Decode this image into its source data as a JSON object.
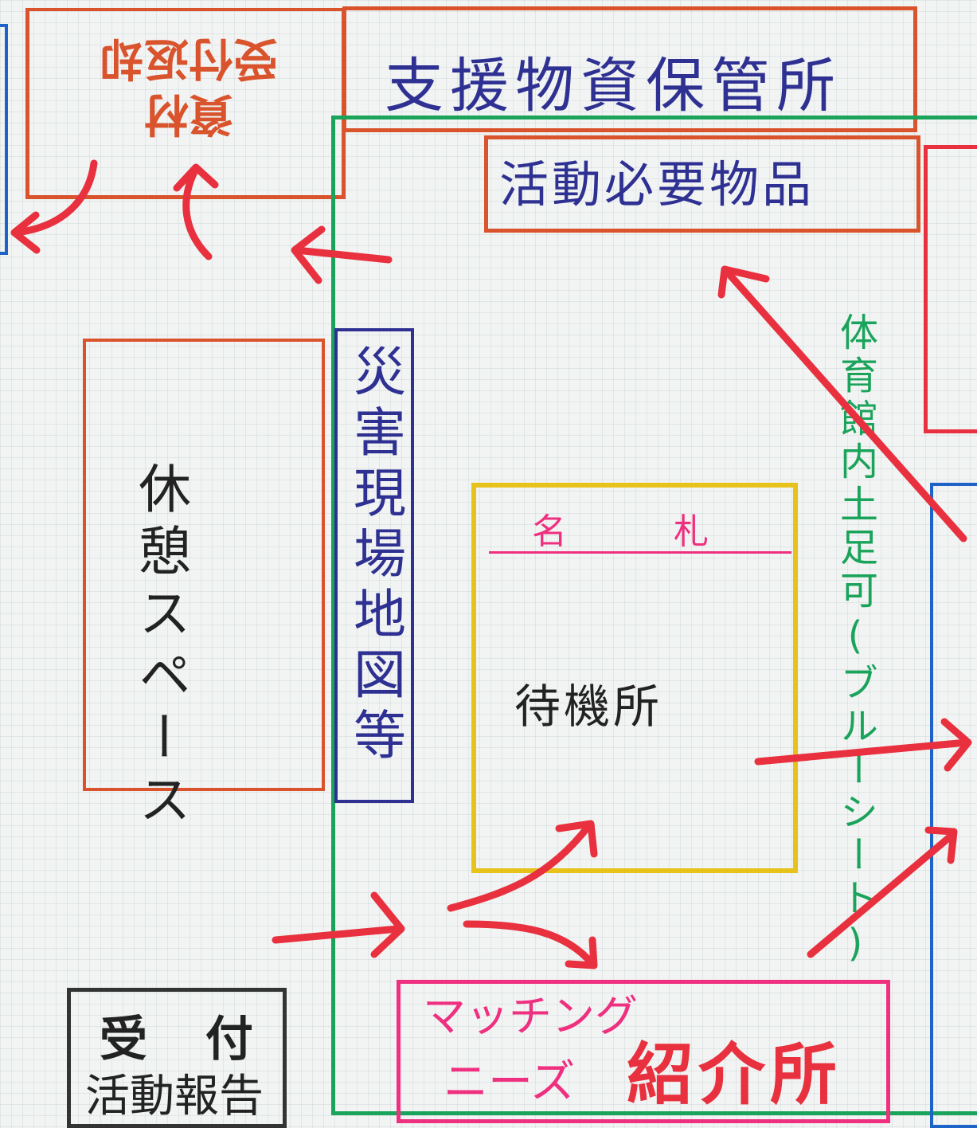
{
  "boxes": {
    "supply_storage": "支援物資保管所",
    "activity_supplies": "活動必要物品",
    "disaster_map": "災害現場地図等",
    "rest_space": "休憩スペース",
    "waiting_area": "待機所",
    "name_tag": "名 札",
    "gym_note": "体育館内土足可(ブルーシート)",
    "reception_line1": "受 付",
    "reception_line2": "活動報告",
    "matching_line1": "マッチング",
    "matching_line2": "ニーズ",
    "matching_line3": "紹介所",
    "top_left_line1": "資材",
    "top_left_line2": "受付返却"
  },
  "colors": {
    "red_marker": "#e8303e",
    "blue_ink": "#2e3192",
    "green_line": "#1aa35a",
    "orange_frame": "#d9532c",
    "yellow_frame": "#e6c21a",
    "pink_frame": "#ef2f7f",
    "blue_frame": "#1e63c8",
    "black_ink": "#222222"
  }
}
